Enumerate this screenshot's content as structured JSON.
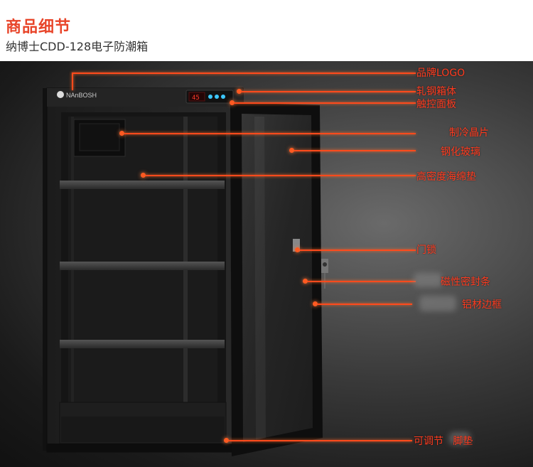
{
  "header": {
    "title": "商品细节",
    "subtitle": "纳博士CDD-128电子防潮箱"
  },
  "cabinet": {
    "logo_text": "NAnBOSH",
    "display_readout": "45"
  },
  "annotations": [
    {
      "id": "logo",
      "label": "品牌LOGO"
    },
    {
      "id": "steel",
      "label": "轧钢箱体"
    },
    {
      "id": "panel",
      "label": "触控面板"
    },
    {
      "id": "cooler",
      "label": "制冷晶片"
    },
    {
      "id": "glass",
      "label": "钢化玻璃"
    },
    {
      "id": "sponge",
      "label": "高密度海绵垫"
    },
    {
      "id": "lock",
      "label": "门锁"
    },
    {
      "id": "seal",
      "label": "磁性密封条"
    },
    {
      "id": "frame",
      "label": "铝材边框"
    },
    {
      "id": "feet",
      "label": "可调节   脚垫"
    }
  ],
  "colors": {
    "accent": "#ff4a1c",
    "title_red": "#e8452a"
  }
}
